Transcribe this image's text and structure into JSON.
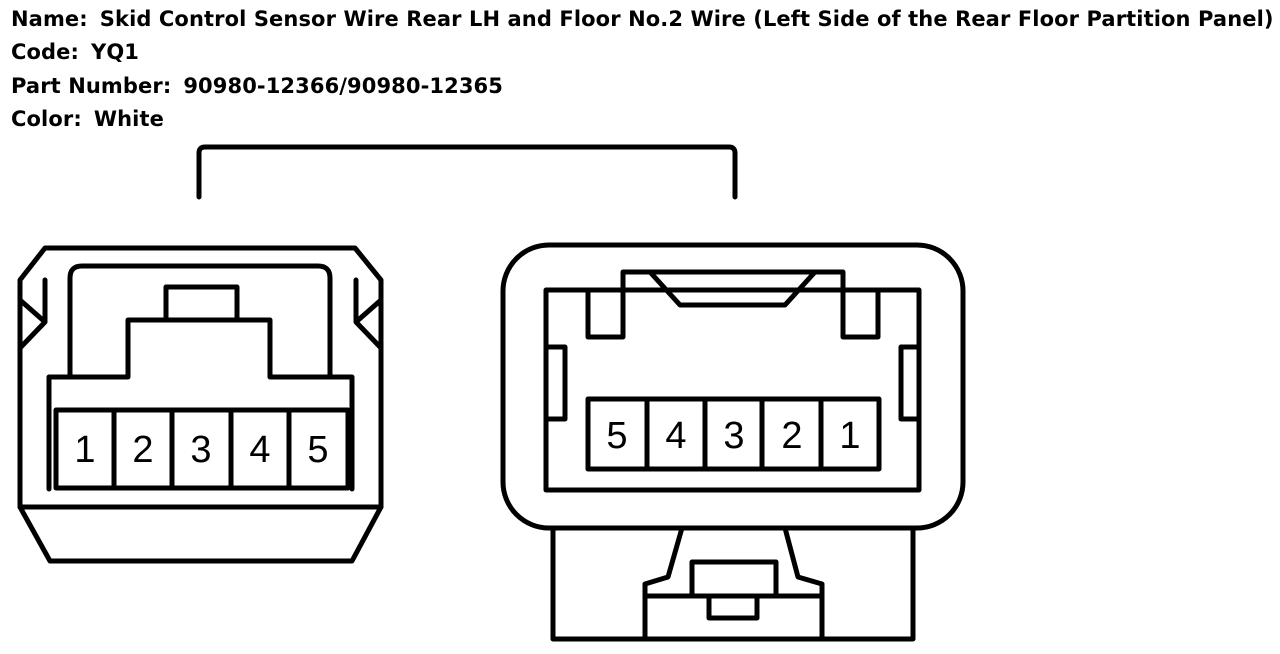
{
  "info": {
    "name_label": "Name:",
    "name_value": "Skid Control Sensor Wire Rear LH and Floor No.2 Wire (Left Side of the Rear Floor Partition Panel)",
    "code_label": "Code:",
    "code_value": "YQ1",
    "part_label": "Part Number:",
    "part_value": "90980-12366/90980-12365",
    "color_label": "Color:",
    "color_value": "White"
  },
  "left_connector": {
    "pins": [
      "1",
      "2",
      "3",
      "4",
      "5"
    ]
  },
  "right_connector": {
    "pins": [
      "5",
      "4",
      "3",
      "2",
      "1"
    ]
  },
  "colors": {
    "line": "#000000",
    "background": "#ffffff"
  }
}
